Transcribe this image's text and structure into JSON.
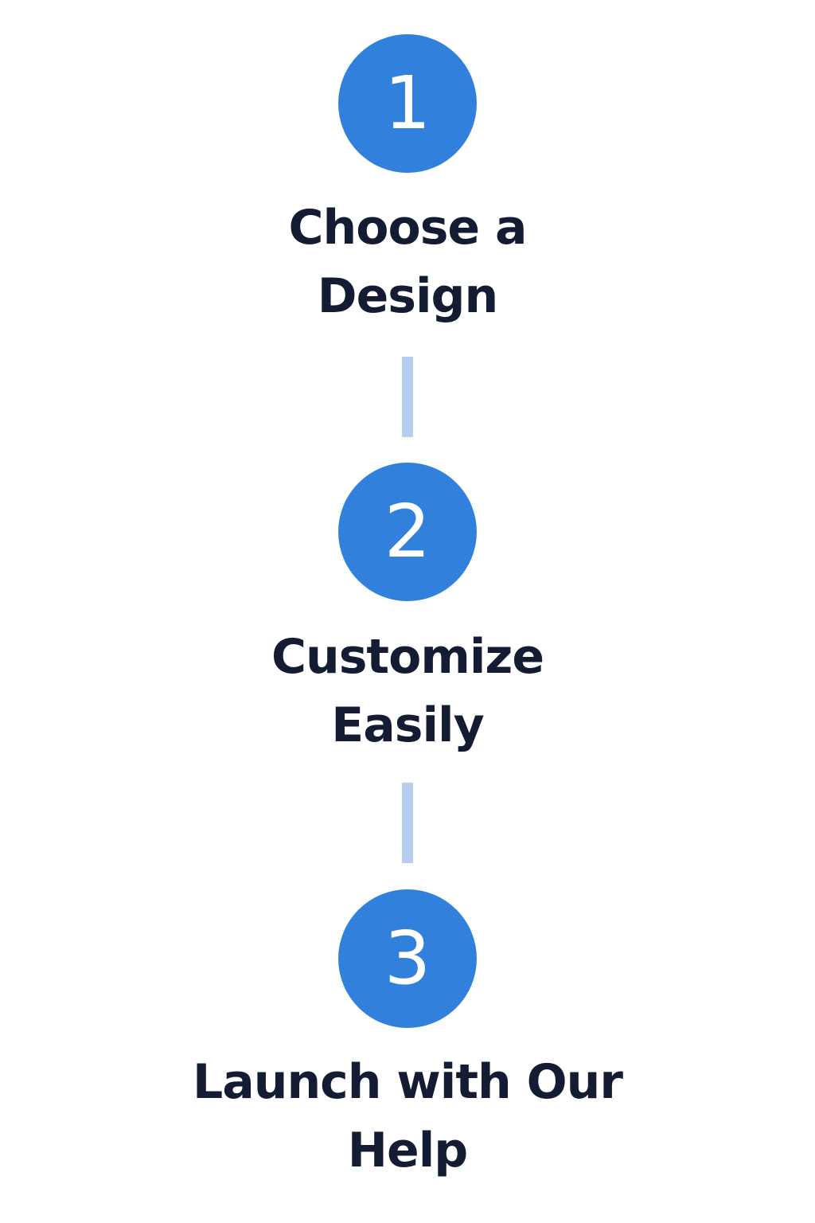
{
  "accent_color": "#3180dc",
  "connector_color": "#b7cdee",
  "text_color": "#131c33",
  "steps": [
    {
      "number": "1",
      "label_line1": "Choose a",
      "label_line2": "Design"
    },
    {
      "number": "2",
      "label_line1": "Customize",
      "label_line2": "Easily"
    },
    {
      "number": "3",
      "label_line1": "Launch with Our",
      "label_line2": "Help"
    }
  ]
}
